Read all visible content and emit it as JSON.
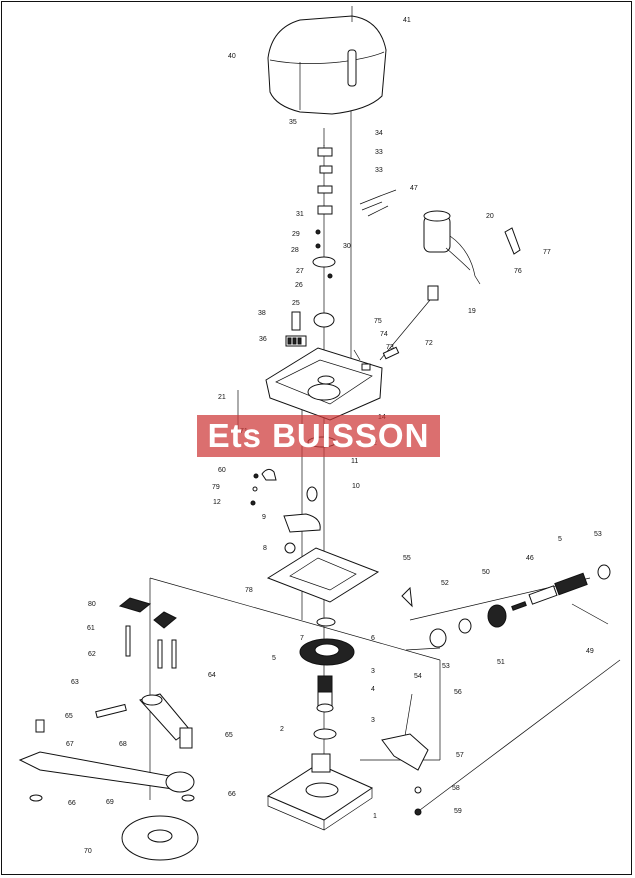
{
  "watermark": {
    "text": "Ets BUISSON",
    "color": "#cd3737"
  },
  "labels": [
    "41",
    "40",
    "35",
    "34",
    "33",
    "33",
    "47",
    "31",
    "20",
    "29",
    "30",
    "28",
    "77",
    "27",
    "76",
    "26",
    "25",
    "19",
    "38",
    "75",
    "74",
    "36",
    "73",
    "72",
    "21",
    "14",
    "71",
    "2",
    "11",
    "60",
    "10",
    "79",
    "12",
    "9",
    "8",
    "55",
    "5",
    "53",
    "46",
    "52",
    "50",
    "78",
    "80",
    "7",
    "6",
    "61",
    "5",
    "49",
    "53",
    "51",
    "62",
    "54",
    "3",
    "4",
    "63",
    "64",
    "56",
    "3",
    "65",
    "2",
    "68",
    "65",
    "67",
    "57",
    "66",
    "69",
    "58",
    "66",
    "1",
    "59",
    "70"
  ]
}
